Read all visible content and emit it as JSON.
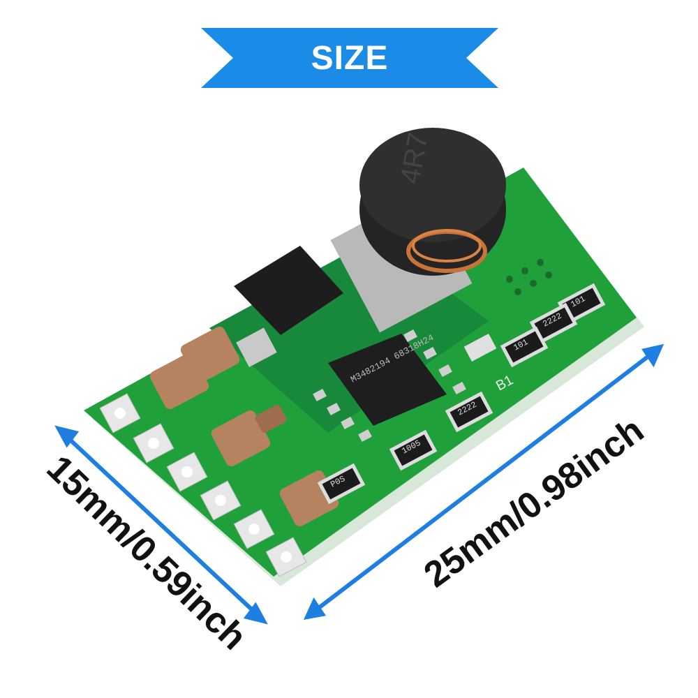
{
  "banner": {
    "title": "SIZE",
    "color": "#1a8ce8"
  },
  "dimensions": {
    "height_label": "15mm/0.59inch",
    "width_label": "25mm/0.98inch",
    "arrow_color": "#1e7fe0"
  },
  "board": {
    "pcb_color": "#1f9a3a",
    "inductor_marking": "4R7",
    "chip_marking": "M3482194 68318H24",
    "resistor_markings": [
      "101",
      "2222",
      "101",
      "2222",
      "1005",
      "P0S"
    ],
    "silkscreen_label": "B1"
  }
}
